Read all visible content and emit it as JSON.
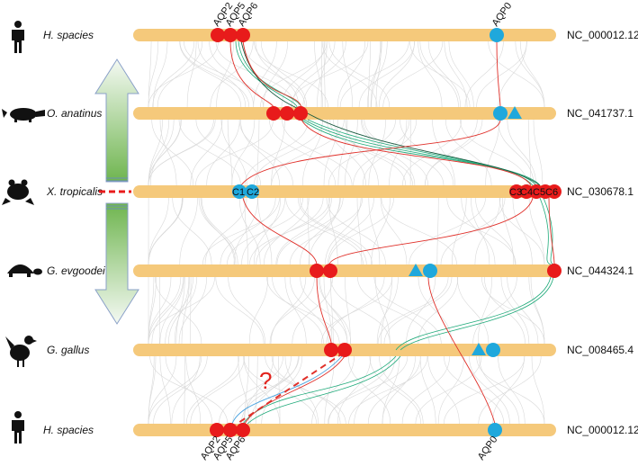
{
  "chromosomes": [
    {
      "species": "H. spacies",
      "accession": "NC_000012.12",
      "icon": "human-icon"
    },
    {
      "species": "O. anatinus",
      "accession": "NC_041737.1",
      "icon": "platypus-icon"
    },
    {
      "species": "X. tropicalis",
      "accession": "NC_030678.1",
      "icon": "frog-icon"
    },
    {
      "species": "G. evgoodei",
      "accession": "NC_044324.1",
      "icon": "turtle-icon"
    },
    {
      "species": "G. gallus",
      "accession": "NC_008465.4",
      "icon": "chicken-icon"
    },
    {
      "species": "H. spacies",
      "accession": "NC_000012.12",
      "icon": "human-icon"
    }
  ],
  "top_gene_labels": [
    "AQP2",
    "AQP5",
    "AQP6",
    "AQP0"
  ],
  "bottom_gene_labels": [
    "AQP2",
    "AQP5",
    "AQP6",
    "AQP0"
  ],
  "frog_labels": {
    "c1": "C1",
    "c2": "C2",
    "c3": "C3",
    "c4": "C4",
    "c5": "C5",
    "c6": "C6"
  },
  "question_mark": "?",
  "colors": {
    "chromosome": "#f5c97b",
    "red_gene": "#e81b1b",
    "blue_gene": "#1fa8dc",
    "red_link": "#e0302a",
    "green_link": "#1faa7a",
    "blue_link": "#4aa3e0",
    "background_link": "#d9d9d9",
    "arrow_gradient_top": "#eef5ee",
    "arrow_gradient_bottom": "#6ab04c"
  },
  "direction_arrows": [
    "up",
    "down"
  ]
}
